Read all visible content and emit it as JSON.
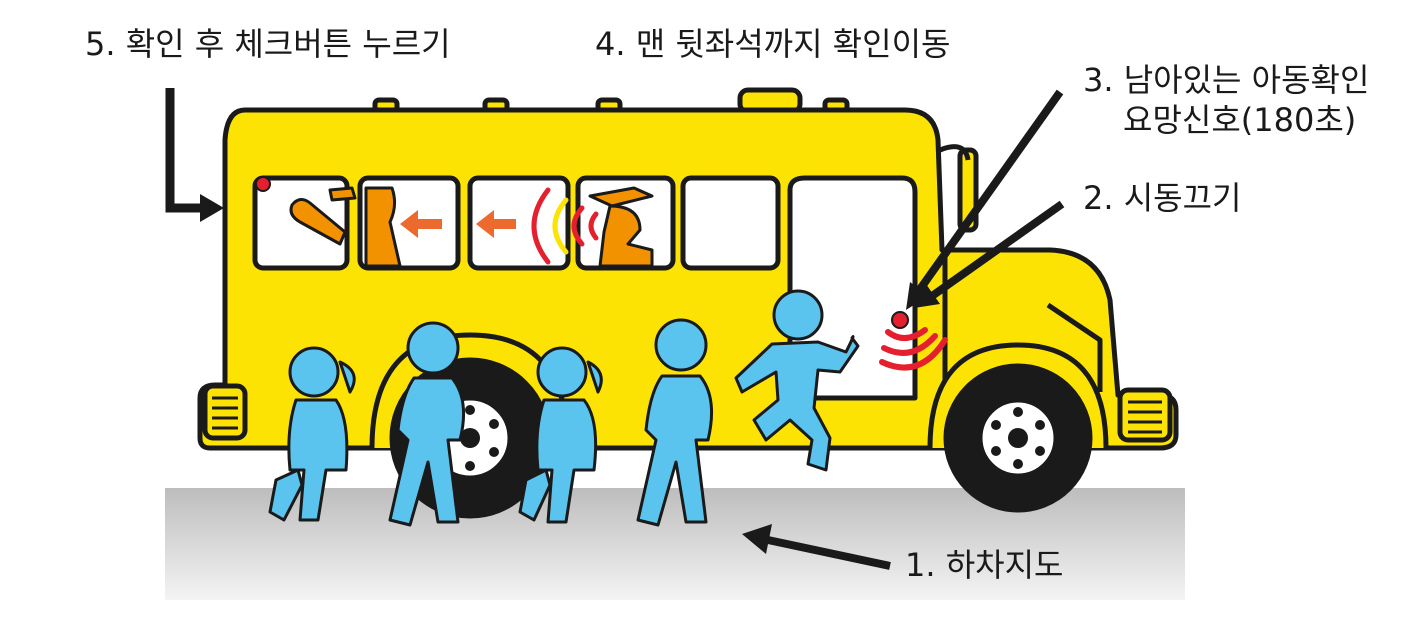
{
  "labels": {
    "step5": "5. 확인 후 체크버튼 누르기",
    "step4": "4. 맨 뒷좌석까지 확인이동",
    "step3_line1": "3. 남아있는 아동확인",
    "step3_line2": "요망신호(180초)",
    "step2": "2. 시동끄기",
    "step1": "1. 하차지도"
  },
  "colors": {
    "bus_body": "#FCE303",
    "outline": "#1A1A1A",
    "child": "#5BC4EE",
    "driver": "#F39200",
    "signal": "#E5202E",
    "ground": "#CFCFCF",
    "arrow_orange": "#EC6A2E"
  }
}
